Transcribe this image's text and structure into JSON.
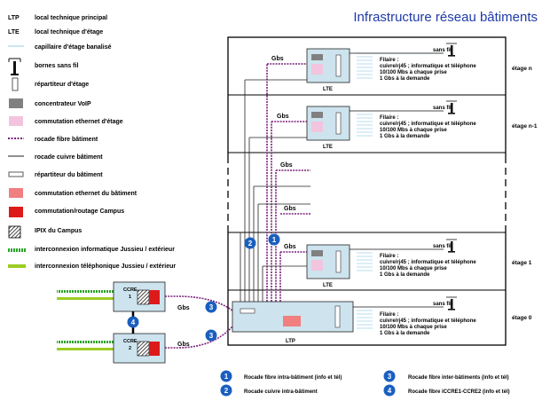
{
  "title": "Infrastructure réseau bâtiments",
  "legend": [
    {
      "code": "LTP",
      "text": "local technique principal"
    },
    {
      "code": "LTE",
      "text": "local technique d'étage"
    },
    {
      "code": "",
      "text": "capillaire d'étage banalisé"
    },
    {
      "code": "",
      "text": "bornes sans fil"
    },
    {
      "code": "",
      "text": "répartiteur d'étage"
    },
    {
      "code": "",
      "text": "concentrateur VoIP"
    },
    {
      "code": "",
      "text": "commutation ethernet d'étage"
    },
    {
      "code": "",
      "text": "rocade fibre bâtiment"
    },
    {
      "code": "",
      "text": "rocade cuivre bâtiment"
    },
    {
      "code": "",
      "text": "répartiteur du bâtiment"
    },
    {
      "code": "",
      "text": "commutation ethernet du bâtiment"
    },
    {
      "code": "",
      "text": "commutation/routage Campus"
    },
    {
      "code": "",
      "text": "IPIX du Campus"
    },
    {
      "code": "",
      "text": "interconnexion informatique Jussieu / extérieur"
    },
    {
      "code": "",
      "text": "interconnexion téléphonique Jussieu / extérieur"
    }
  ],
  "floors": {
    "n": {
      "label": "étage n",
      "room": "LTE",
      "gbs": "Gbs",
      "wireless": "sans fil",
      "desc": [
        "Filaire :",
        "cuivre/rj45 ; informatique et téléphone",
        "10/100 Mbs à chaque prise",
        "1 Gbs à la demande"
      ]
    },
    "n1": {
      "label": "étage n-1",
      "room": "LTE",
      "gbs": "Gbs",
      "wireless": "sans fil",
      "desc": [
        "Filaire :",
        "cuivre/rj45 ; informatique et téléphone",
        "10/100 Mbs à chaque prise",
        "1 Gbs à la demande"
      ]
    },
    "mid": {
      "gbs1": "Gbs",
      "gbs2": "Gbs"
    },
    "f1": {
      "label": "étage 1",
      "room": "LTE",
      "gbs": "Gbs",
      "wireless": "sans fil",
      "desc": [
        "Filaire :",
        "cuivre/rj45 ; informatique et téléphone",
        "10/100 Mbs à chaque prise",
        "1 Gbs à la demande"
      ]
    },
    "f0": {
      "label": "étage 0",
      "room": "LTP",
      "wireless": "sans fil",
      "desc": [
        "Filaire :",
        "cuivre/rj45 ; informatique et téléphone",
        "10/100 Mbs à chaque prise",
        "1 Gbs à la demande"
      ]
    }
  },
  "core": {
    "ccre1": {
      "line1": "CCRE",
      "line2": "1",
      "gbs": "Gbs"
    },
    "ccre2": {
      "line1": "CCRE",
      "line2": "2",
      "gbs": "Gbs"
    }
  },
  "markers": {
    "m1": "1",
    "m2": "2",
    "m3": "3",
    "m4": "4"
  },
  "key": [
    {
      "num": "1",
      "text": "Rocade fibre intra-bâtiment (info et tél)"
    },
    {
      "num": "2",
      "text": "Rocade cuivre intra-bâtiment"
    },
    {
      "num": "3",
      "text": "Rocade fibre inter-bâtiments (info et tél)"
    },
    {
      "num": "4",
      "text": "Rocade fibre iCCRE1-CCRE2 (info et tél)"
    }
  ],
  "colors": {
    "title": "#1f3aa8",
    "fiber": "#7a1f7a",
    "lteBox": "#cde3ee",
    "pink": "#f2c4dd",
    "salmon": "#f07f7f",
    "red": "#dd1a1a",
    "green": "#2aa52a",
    "lime": "#9ccc24",
    "marker": "#1a5fbf",
    "capillary": "#b8dcef"
  }
}
